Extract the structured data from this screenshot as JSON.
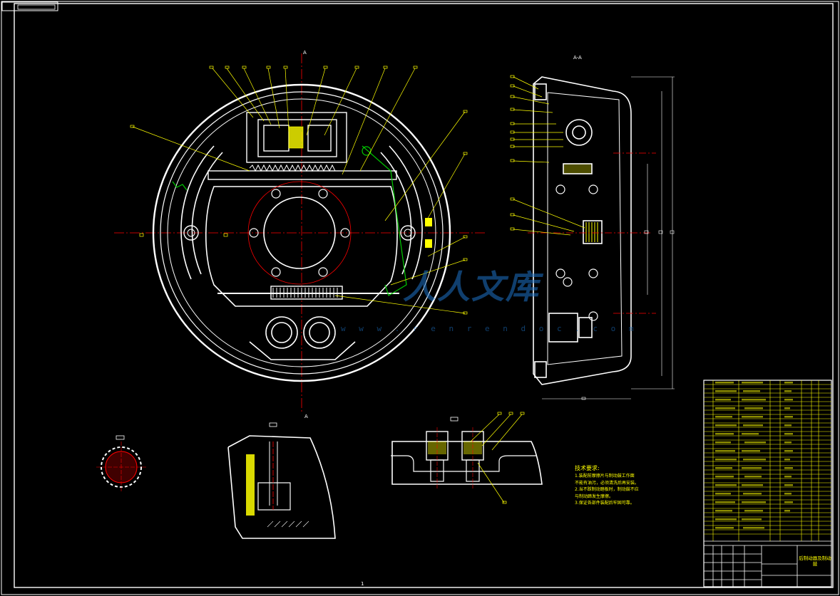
{
  "drawing": {
    "section_mark": "A",
    "section_title": "A-A",
    "sheet_number": "1",
    "title_block_title": "后制动器及制动鼓",
    "technical_requirements": {
      "heading": "技术要求:",
      "lines": [
        "1.装配前摩擦片与制动鼓工作面",
        "不能有油污，必须清洗后再安装。",
        "2.当不踩制动踏板时，制动鼓不应",
        "与制动蹄发生摩擦。",
        "3.保证各部件装配后牢固可靠。"
      ]
    }
  },
  "watermark": {
    "text": "人人文库",
    "url": "w w w . r e n r e n d o c . c o m"
  },
  "colors": {
    "background": "#000000",
    "outline": "#ffffff",
    "leader": "#ffff00",
    "centerline": "#ff0000",
    "spring": "#00cc00",
    "hatch": "#ffff00",
    "watermark": "#1e74c8"
  }
}
